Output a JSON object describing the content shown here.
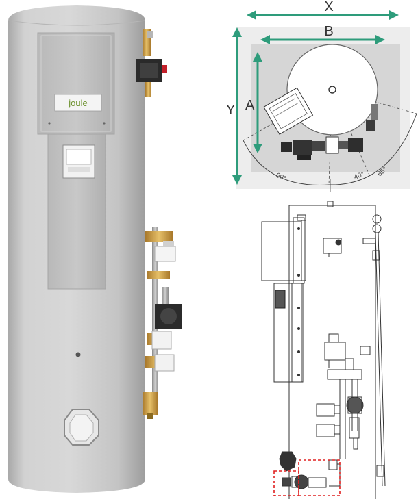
{
  "brand": {
    "logo_text": "joule"
  },
  "plan_view": {
    "dimension_labels": {
      "x": "X",
      "b": "B",
      "y": "Y",
      "a": "A"
    },
    "angle_labels": {
      "left": "60°",
      "middle": "40°",
      "right": "65°"
    }
  },
  "colors": {
    "dimension_arrow": "#2e9c7b",
    "highlight_box": "#e02020",
    "cylinder_body": "#c9c9c9",
    "fitting_brass": "#c9a04a",
    "plan_background": "#ededed"
  }
}
